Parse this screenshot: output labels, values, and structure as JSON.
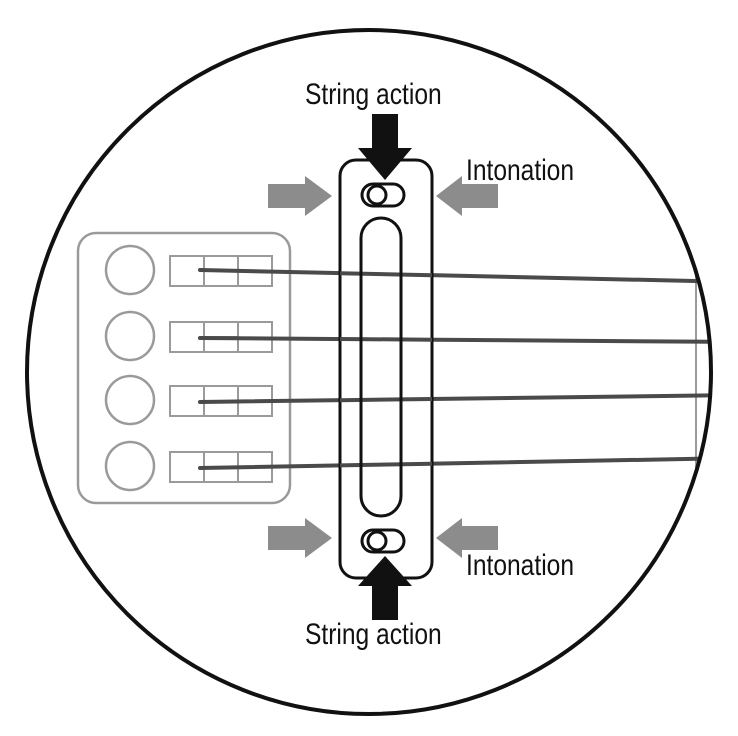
{
  "labels": {
    "string_action_top": "String action",
    "string_action_bottom": "String action",
    "intonation_top": "Intonation",
    "intonation_bottom": "Intonation"
  },
  "colors": {
    "outline": "#111111",
    "gray_part": "#9a9a9a",
    "gray_arrow": "#8c8c8c",
    "string": "#4a4a4a",
    "black_arrow": "#111111"
  },
  "strings": {
    "count": 4
  }
}
